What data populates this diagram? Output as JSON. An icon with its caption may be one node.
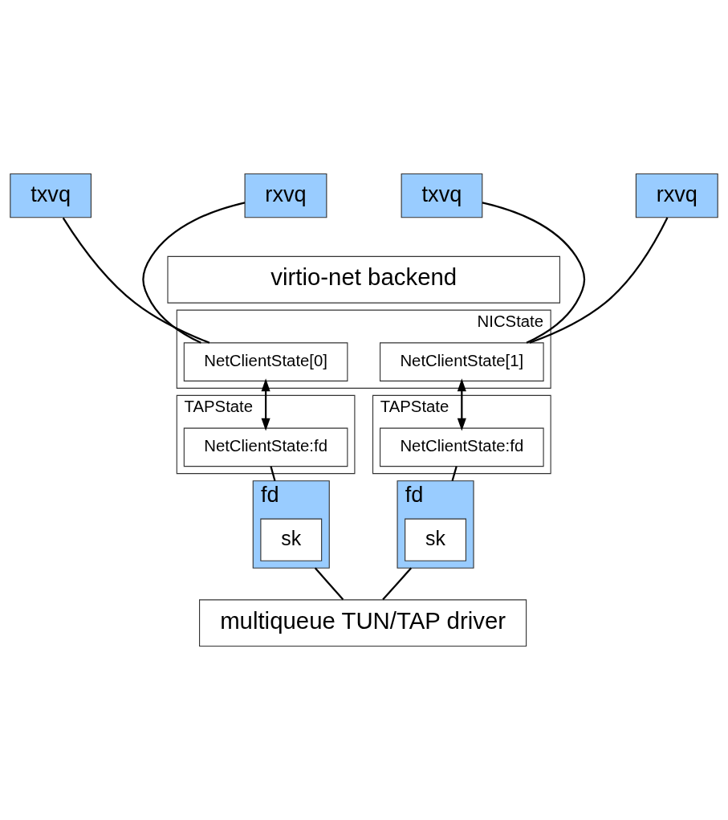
{
  "diagram": {
    "nodes": [
      {
        "text": [
          "rxvq"
        ]
      },
      {
        "text": [
          "txvq"
        ]
      },
      {
        "text": [
          "rxvq"
        ]
      },
      {
        "text": [
          "txvq"
        ]
      },
      {
        "text": [
          "virtio-net backend"
        ]
      },
      {
        "text": [
          "NICState"
        ]
      },
      {
        "text": [
          "NetClientState[0]"
        ],
        "in": 5
      },
      {
        "text": [
          "NetClientState[1]"
        ],
        "in": 5
      },
      {
        "text": [
          "TAPState"
        ]
      },
      {
        "text": [
          "NetClientState:fd"
        ],
        "in": 8
      },
      {
        "text": [
          "TAPState"
        ]
      },
      {
        "text": [
          "NetClientState:fd"
        ],
        "in": 10
      },
      {
        "text": [
          "fd"
        ]
      },
      {
        "text": [
          "sk"
        ],
        "in": 12
      },
      {
        "text": [
          "fd"
        ]
      },
      {
        "text": [
          "sk"
        ],
        "in": 14
      },
      {
        "text": [
          "multiqueue TUN/TAP driver"
        ]
      }
    ],
    "edges": [
      {
        "from": 0,
        "to": 6,
        "arrow": "none"
      },
      {
        "from": 1,
        "to": 6,
        "arrow": "none"
      },
      {
        "from": 2,
        "to": 7,
        "arrow": "none"
      },
      {
        "from": 3,
        "to": 7,
        "arrow": "none"
      },
      {
        "from": 6,
        "to": 9,
        "arrow": "both"
      },
      {
        "from": 7,
        "to": 11,
        "arrow": "both"
      },
      {
        "from": 9,
        "to": 12,
        "arrow": "none"
      },
      {
        "from": 11,
        "to": 14,
        "arrow": "none"
      },
      {
        "from": 12,
        "to": 16,
        "arrow": "none"
      },
      {
        "from": 14,
        "to": 16,
        "arrow": "none"
      }
    ]
  }
}
